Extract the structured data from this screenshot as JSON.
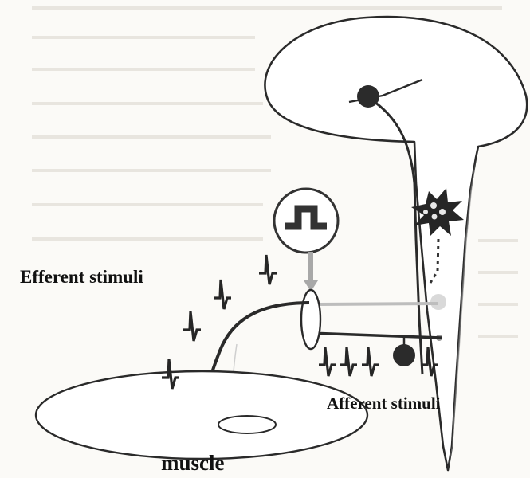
{
  "labels": {
    "efferent": "Efferent stimuli",
    "afferent": "Afferent stimuli",
    "muscle": "muscle"
  },
  "colors": {
    "line": "#2a2a2a",
    "nucleus": "#2b2b2b",
    "stimulation_icon": "#333333",
    "signal_arrow": "#a8a8a8",
    "burst_outer": "#262626",
    "burst_inner": "#e8e8e8"
  },
  "icons": [
    "stimulation-pulse-icon",
    "lesion-burst-icon"
  ]
}
